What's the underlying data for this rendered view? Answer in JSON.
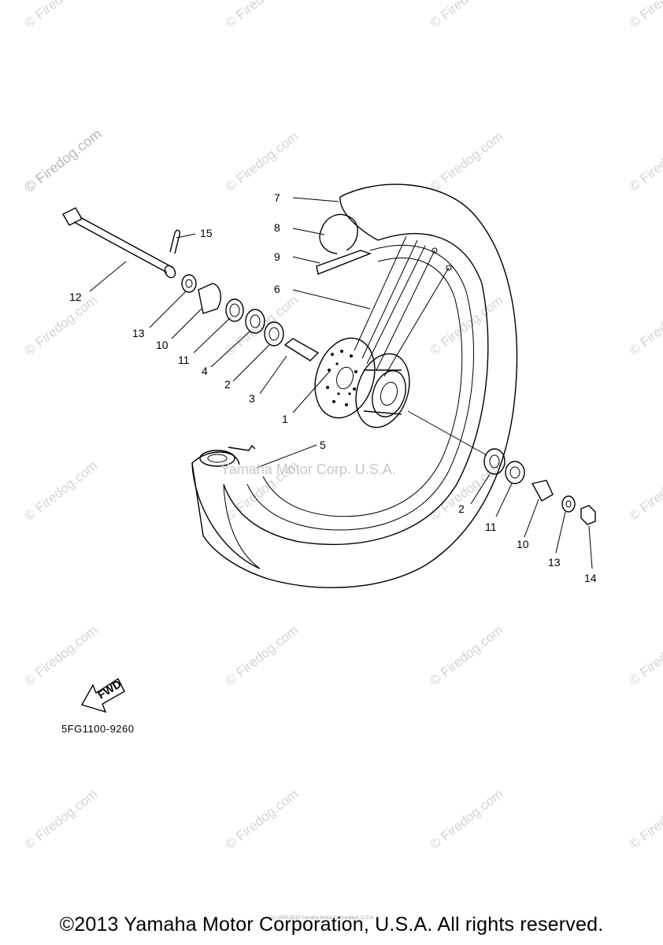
{
  "watermark": "© Firedog.com",
  "center_watermark": "Yamaha Motor Corp. U.S.A.",
  "tiny_watermark": "(c) 2000-2013 Yamaha Motor Corporation, U.S.A.",
  "diagram_code": "5FG1100-9260",
  "fwd_label": "FWD",
  "footer": "©2013 Yamaha Motor Corporation, U.S.A. All rights reserved.",
  "callouts": {
    "c1": "1",
    "c2a": "2",
    "c2b": "2",
    "c3": "3",
    "c4": "4",
    "c5": "5",
    "c6": "6",
    "c7": "7",
    "c8": "8",
    "c9": "9",
    "c10a": "10",
    "c10b": "10",
    "c11a": "11",
    "c11b": "11",
    "c12": "12",
    "c13a": "13",
    "c13b": "13",
    "c14": "14",
    "c15": "15"
  }
}
